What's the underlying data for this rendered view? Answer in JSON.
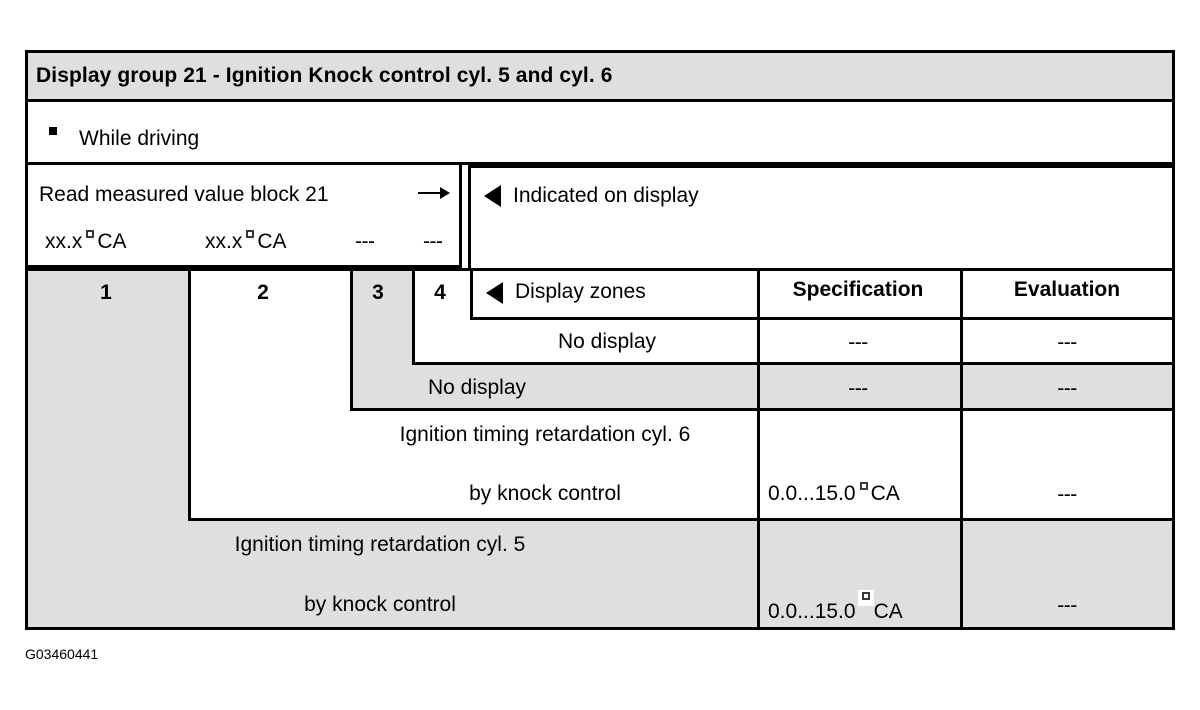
{
  "document": {
    "figure_id": "G03460441"
  },
  "title_bar": {
    "text": "Display group 21 - Ignition Knock control cyl. 5 and cyl. 6"
  },
  "condition_row": {
    "bullet_icon": "square-bullet-icon",
    "text": "While driving"
  },
  "read_block": {
    "instruction": "Read measured value block 21",
    "arrow_icon": "arrow-right-icon",
    "values": [
      {
        "value": "xx.x",
        "unit": "CA",
        "degree_symbol": "°"
      },
      {
        "value": "xx.x",
        "unit": "CA",
        "degree_symbol": "°"
      },
      {
        "value": "---",
        "unit": "",
        "degree_symbol": ""
      },
      {
        "value": "---",
        "unit": "",
        "degree_symbol": ""
      }
    ]
  },
  "indicated_panel": {
    "marker_icon": "triangle-left-icon",
    "text": "Indicated on display"
  },
  "field_numbers": [
    {
      "label": "1",
      "shaded": true
    },
    {
      "label": "2",
      "shaded": false
    },
    {
      "label": "3",
      "shaded": true
    },
    {
      "label": "4",
      "shaded": false
    }
  ],
  "table_header": {
    "marker_icon": "triangle-left-icon",
    "display_zones": "Display zones",
    "specification": "Specification",
    "evaluation": "Evaluation"
  },
  "rows": [
    {
      "field": "4",
      "display_zone_line1": "No display",
      "display_zone_line2": "",
      "specification": "---",
      "spec_unit": "",
      "spec_degree": "",
      "evaluation": "---",
      "shaded": false
    },
    {
      "field": "3",
      "display_zone_line1": "No display",
      "display_zone_line2": "",
      "specification": "---",
      "spec_unit": "",
      "spec_degree": "",
      "evaluation": "---",
      "shaded": true
    },
    {
      "field": "2",
      "display_zone_line1": "Ignition timing retardation cyl. 6",
      "display_zone_line2": "by knock control",
      "specification": "0.0...15.0",
      "spec_unit": "CA",
      "spec_degree": "°",
      "evaluation": "---",
      "shaded": false
    },
    {
      "field": "1",
      "display_zone_line1": "Ignition timing retardation cyl. 5",
      "display_zone_line2": "by knock control",
      "specification": "0.0...15.0",
      "spec_unit": "CA",
      "spec_degree": "°",
      "evaluation": "---",
      "shaded": true
    }
  ],
  "colors": {
    "shaded_cell": "#dfdfdf",
    "border": "#000000",
    "page_background": "#ffffff"
  }
}
